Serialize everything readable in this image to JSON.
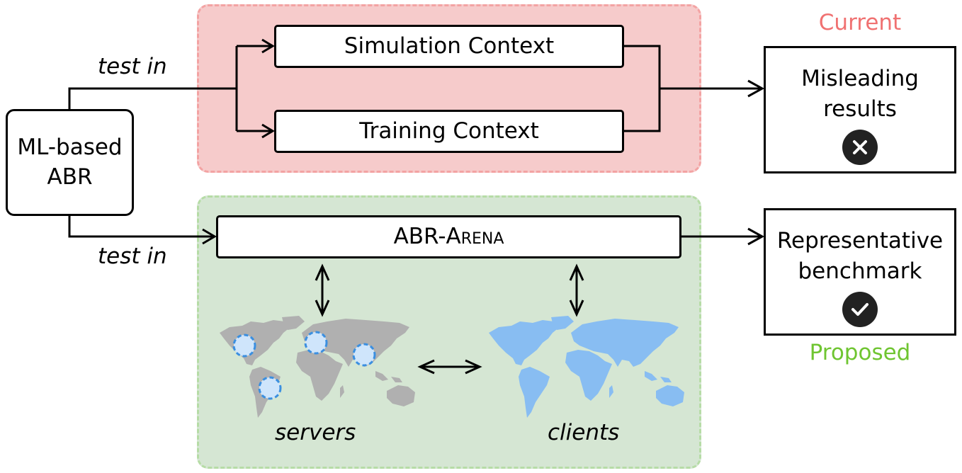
{
  "source": {
    "label": "ML-based ABR",
    "line1": "ML-based",
    "line2": "ABR"
  },
  "edges": {
    "test_in_top": "test in",
    "test_in_bottom": "test in"
  },
  "current_group": {
    "header": "Current",
    "color": "#f07171",
    "contexts": [
      {
        "label": "Simulation Context"
      },
      {
        "label": "Training Context"
      }
    ],
    "result": {
      "line1": "Misleading",
      "line2": "results",
      "icon": "x-circle-icon"
    }
  },
  "proposed_group": {
    "header": "Proposed",
    "color": "#6fc531",
    "system": {
      "prefix": "ABR-",
      "name_smallcaps": "Arena"
    },
    "servers_label": "servers",
    "clients_label": "clients",
    "servers_map_color": "#b0b0b0",
    "clients_map_color": "#88bdf2",
    "server_marker_color": "#3b8fe0",
    "result": {
      "line1": "Representative",
      "line2": "benchmark",
      "icon": "check-circle-icon"
    }
  }
}
